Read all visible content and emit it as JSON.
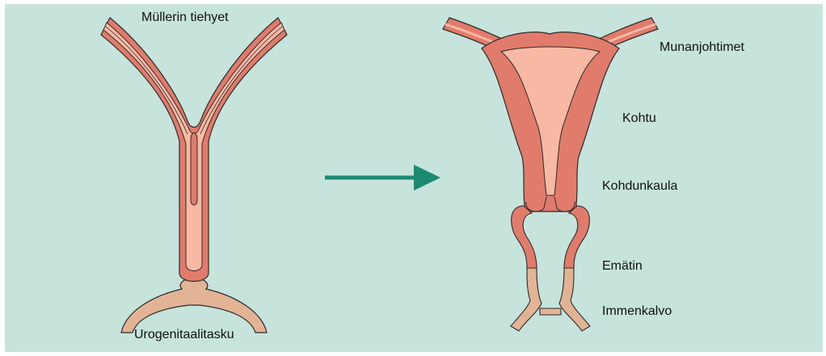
{
  "labels": {
    "mullerian_ducts": "Müllerin tiehyet",
    "urogenital_sinus": "Urogenitaalitasku",
    "fallopian_tubes": "Munanjohtimet",
    "uterus": "Kohtu",
    "cervix": "Kohdunkaula",
    "vagina": "Emätin",
    "hymen": "Immenkalvo"
  },
  "colors": {
    "background": "#c6e3dc",
    "tissue_dark": "#e17c6c",
    "tissue_light": "#f7b8a4",
    "tissue_tan": "#e2b394",
    "arrow": "#1b8a71",
    "outline": "#2b2b2b"
  }
}
